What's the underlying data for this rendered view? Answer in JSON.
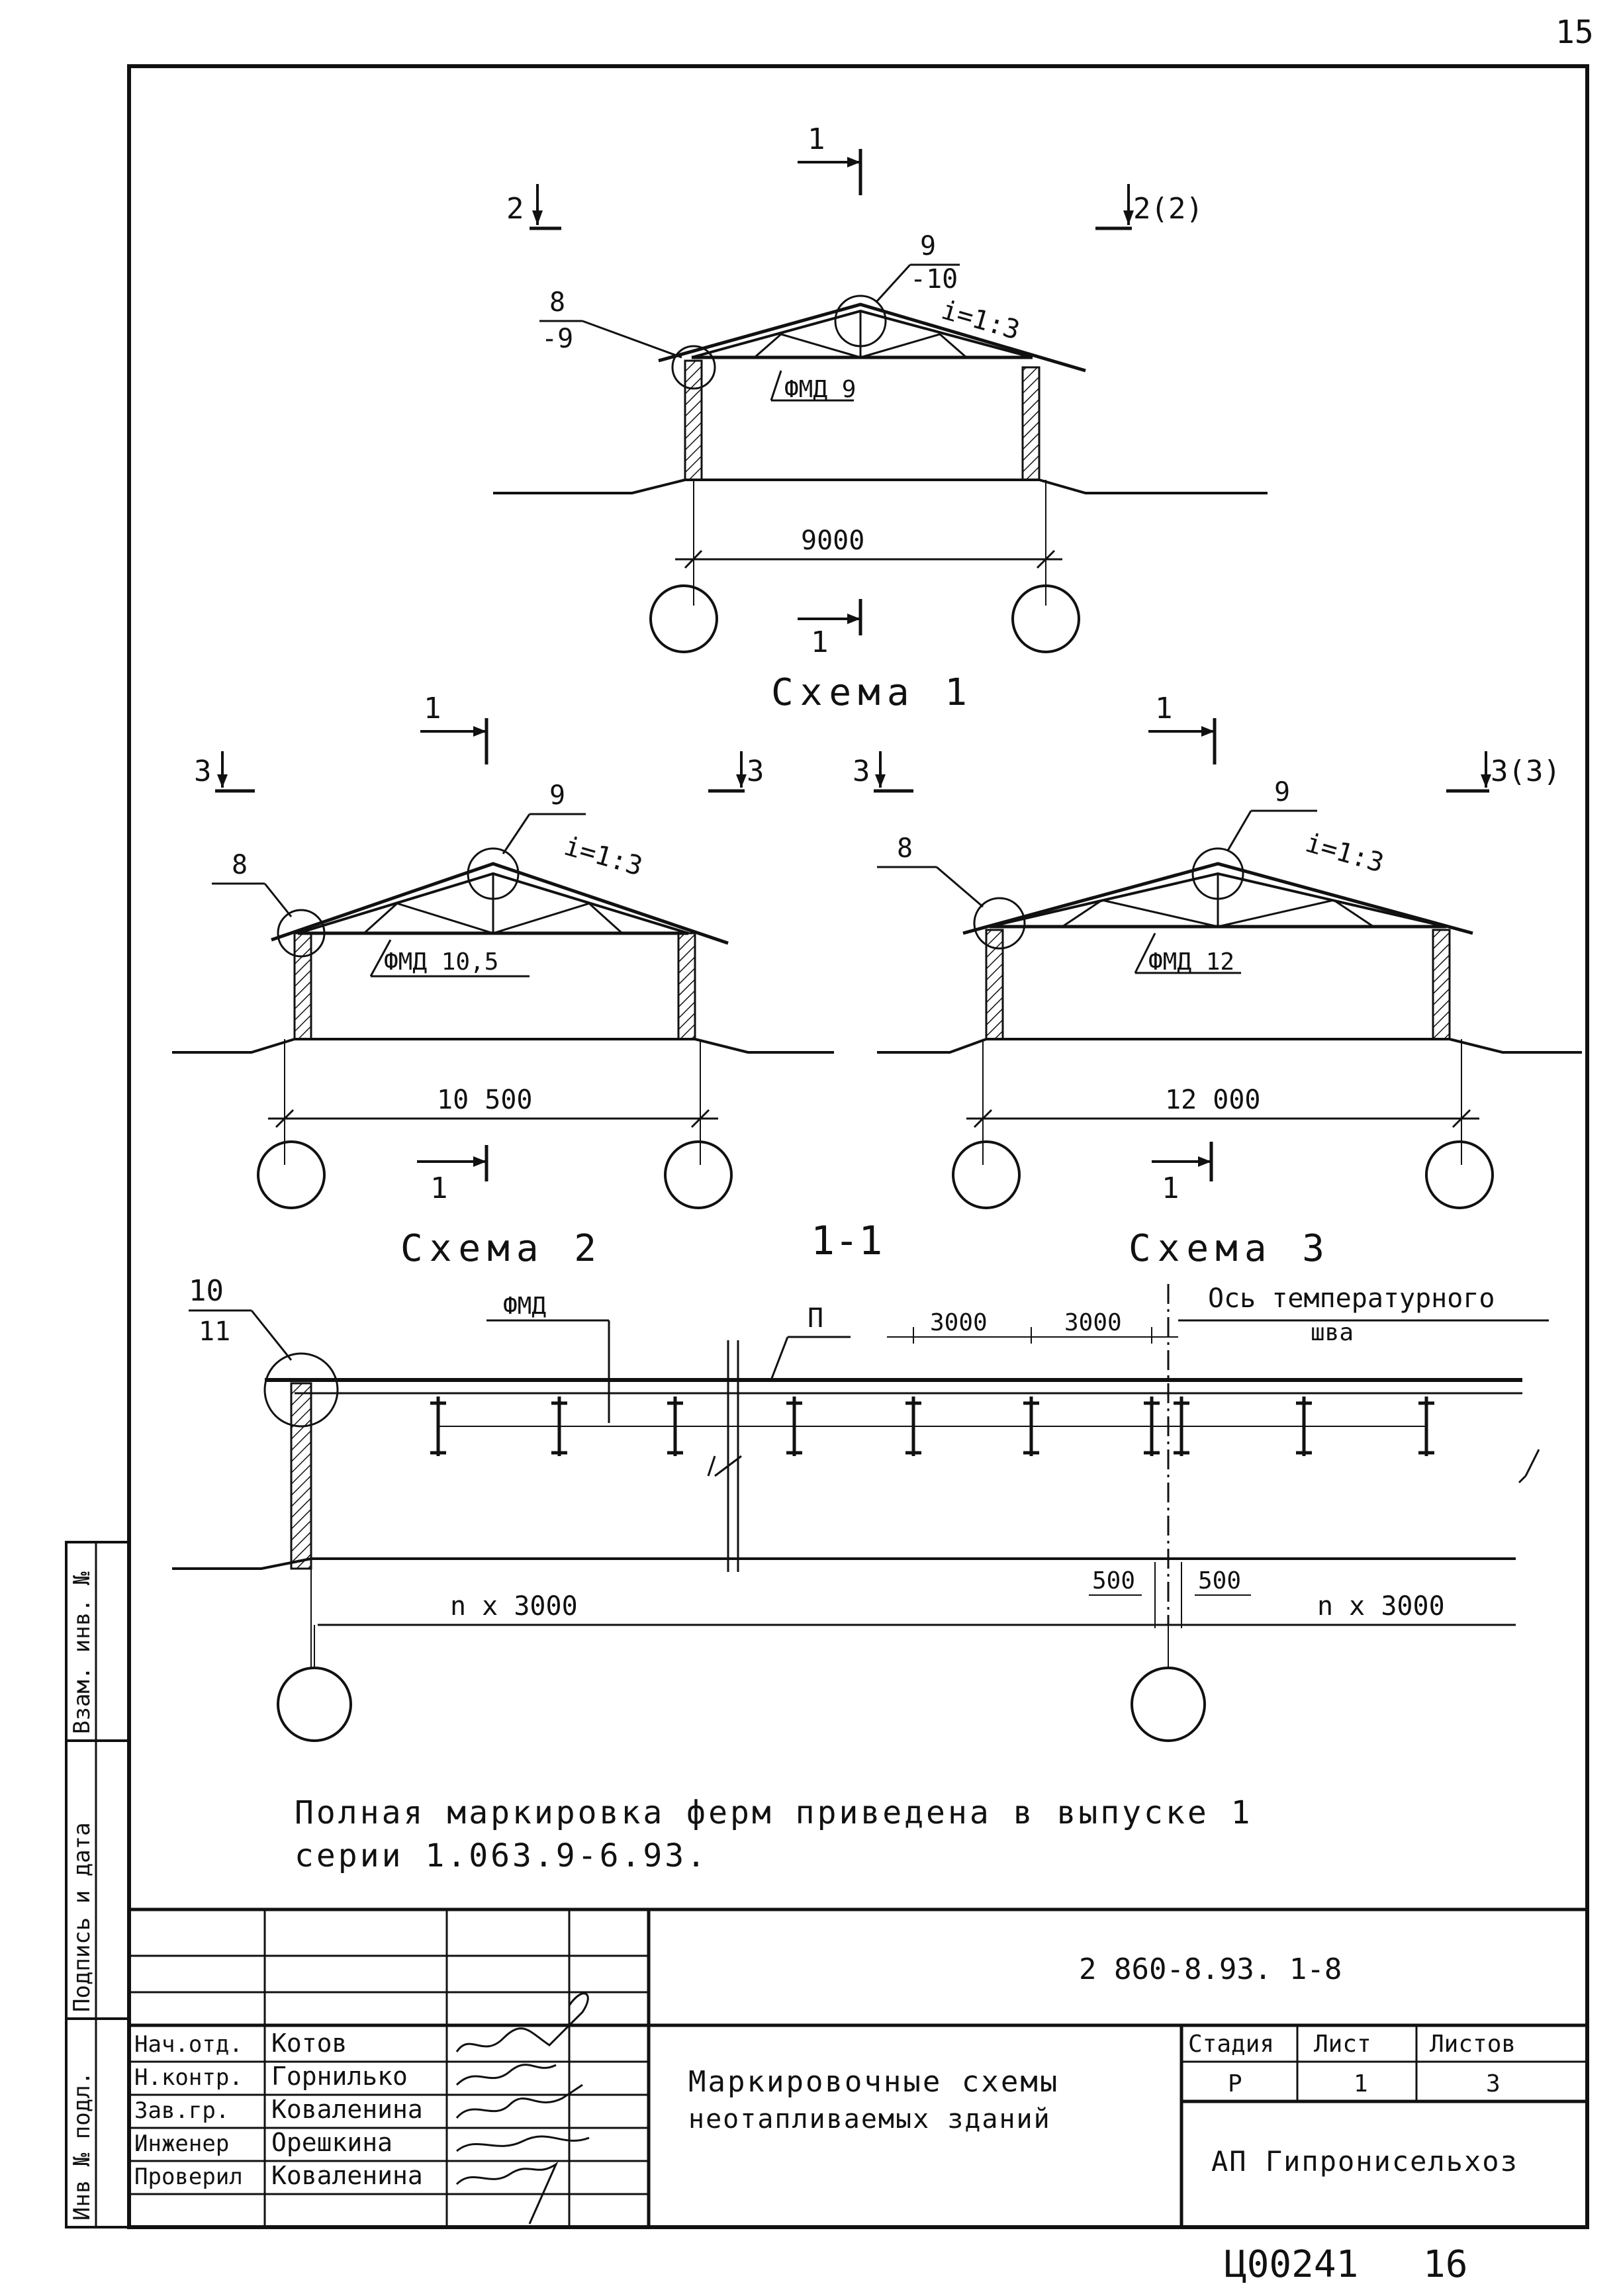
{
  "page_number": "15",
  "schemes": [
    {
      "id": "scheme1",
      "caption": "Схема 1",
      "truss": "ФМД 9",
      "span": "9000",
      "slope": "i=1:3",
      "node_left_top": "8",
      "node_left_bottom": "-9",
      "node_ridge_top": "9",
      "node_ridge_bottom": "-10",
      "section_top": "1",
      "section_bottom": "1",
      "mark_left": "2",
      "mark_right": "2(2)"
    },
    {
      "id": "scheme2",
      "caption": "Схема 2",
      "truss": "ФМД 10,5",
      "span": "10 500",
      "slope": "i=1:3",
      "node_left": "8",
      "node_ridge": "9",
      "section_top": "1",
      "section_bottom": "1",
      "mark_left": "3",
      "mark_right": "3"
    },
    {
      "id": "scheme3",
      "caption": "Схема 3",
      "truss": "ФМД 12",
      "span": "12 000",
      "slope": "i=1:3",
      "node_left": "8",
      "node_ridge": "9",
      "section_top": "1",
      "section_bottom": "1",
      "mark_left": "3",
      "mark_right": "3(3)"
    }
  ],
  "section": {
    "title": "1-1",
    "node_top": "10",
    "node_bottom": "11",
    "truss_label": "ФМД",
    "n_label": "П",
    "dim_a": "3000",
    "dim_b": "3000",
    "axis_label_1": "Ось температурного",
    "axis_label_2": "шва",
    "left_span": "n x 3000",
    "right_span": "n x 3000",
    "gap_left": "500",
    "gap_right": "500"
  },
  "note_line1": "Полная маркировка ферм приведена в выпуске 1",
  "note_line2": "серии 1.063.9-6.93.",
  "side_labels": {
    "inv_vzam": "Взам. инв. №",
    "sign_date": "Подпись и дата",
    "inv_orig": "Инв № подл."
  },
  "title_block": {
    "doc_code": "2 860-8.93. 1-8",
    "title_line1": "Маркировочные схемы",
    "title_line2": "неотапливаемых зданий",
    "stage_header": "Стадия",
    "sheet_header": "Лист",
    "sheets_header": "Листов",
    "stage": "Р",
    "sheet": "1",
    "sheets": "3",
    "organization": "АП Гипронисельхоз",
    "roles": [
      {
        "role": "Нач.отд.",
        "name": "Котов"
      },
      {
        "role": "Н.контр.",
        "name": "Горнилько"
      },
      {
        "role": "Зав.гр.",
        "name": "Коваленина"
      },
      {
        "role": "Инженер",
        "name": "Орешкина"
      },
      {
        "role": "Проверил",
        "name": "Коваленина"
      }
    ]
  },
  "archive_number": "Ц00241",
  "archive_page": "16"
}
